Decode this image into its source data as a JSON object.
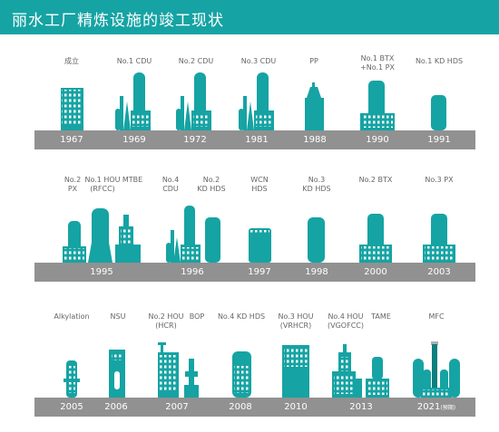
{
  "header": {
    "title": "丽水工厂精炼设施的竣工现状"
  },
  "colors": {
    "teal": "#16a3a3",
    "band": "#919191",
    "label": "#666666"
  },
  "rows": [
    {
      "labels": [
        {
          "text": "成立"
        },
        {
          "text": "No.1 CDU"
        },
        {
          "text": "No.2 CDU"
        },
        {
          "text": "No.3 CDU"
        },
        {
          "text": "PP"
        },
        {
          "text": "No.1 BTX\n+No.1 PX"
        },
        {
          "text": "No.1 KD HDS"
        }
      ],
      "years": [
        "1967",
        "1969",
        "1972",
        "1981",
        "1988",
        "1990",
        "1991"
      ]
    },
    {
      "labels": [
        {
          "text": "No.2\nPX"
        },
        {
          "text": "No.1 HOU\n(RFCC)"
        },
        {
          "text": "MTBE"
        },
        {
          "text": "No.4\nCDU"
        },
        {
          "text": "No.2\nKD HDS"
        },
        {
          "text": "WCN\nHDS"
        },
        {
          "text": "No.3\nKD HDS"
        },
        {
          "text": "No.2 BTX"
        },
        {
          "text": "No.3 PX"
        }
      ],
      "years": [
        "1995",
        "1996",
        "1997",
        "1998",
        "2000",
        "2003"
      ]
    },
    {
      "labels": [
        {
          "text": "Alkylation"
        },
        {
          "text": "NSU"
        },
        {
          "text": "No.2 HOU\n(HCR)"
        },
        {
          "text": "BOP"
        },
        {
          "text": "No.4 KD HDS"
        },
        {
          "text": "No.3 HOU\n(VRHCR)"
        },
        {
          "text": "No.4 HOU\n(VGOFCC)"
        },
        {
          "text": "TAME"
        },
        {
          "text": "MFC"
        }
      ],
      "years": [
        "2005",
        "2006",
        "2007",
        "2008",
        "2010",
        "2013",
        "2021"
      ],
      "year_note": "(预期)"
    }
  ]
}
